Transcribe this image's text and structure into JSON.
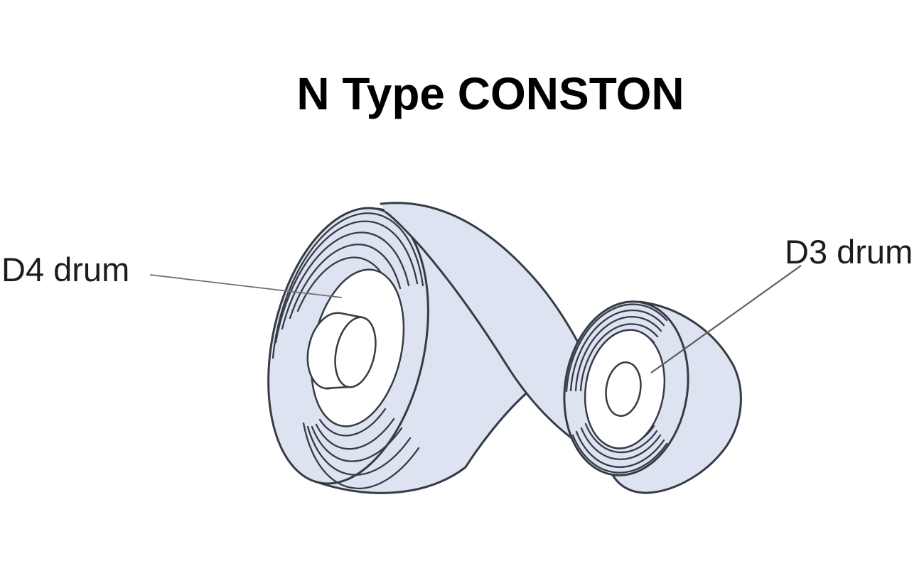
{
  "title": "N Type CONSTON",
  "labels": {
    "d4": "D4 drum",
    "d3": "D3 drum"
  },
  "colors": {
    "background": "#ffffff",
    "drum_fill": "#dde3f0",
    "outline": "#363c46",
    "inner_fill": "#ffffff",
    "label_text": "#1c1c1c",
    "leader_line": "#6f6f6f"
  }
}
